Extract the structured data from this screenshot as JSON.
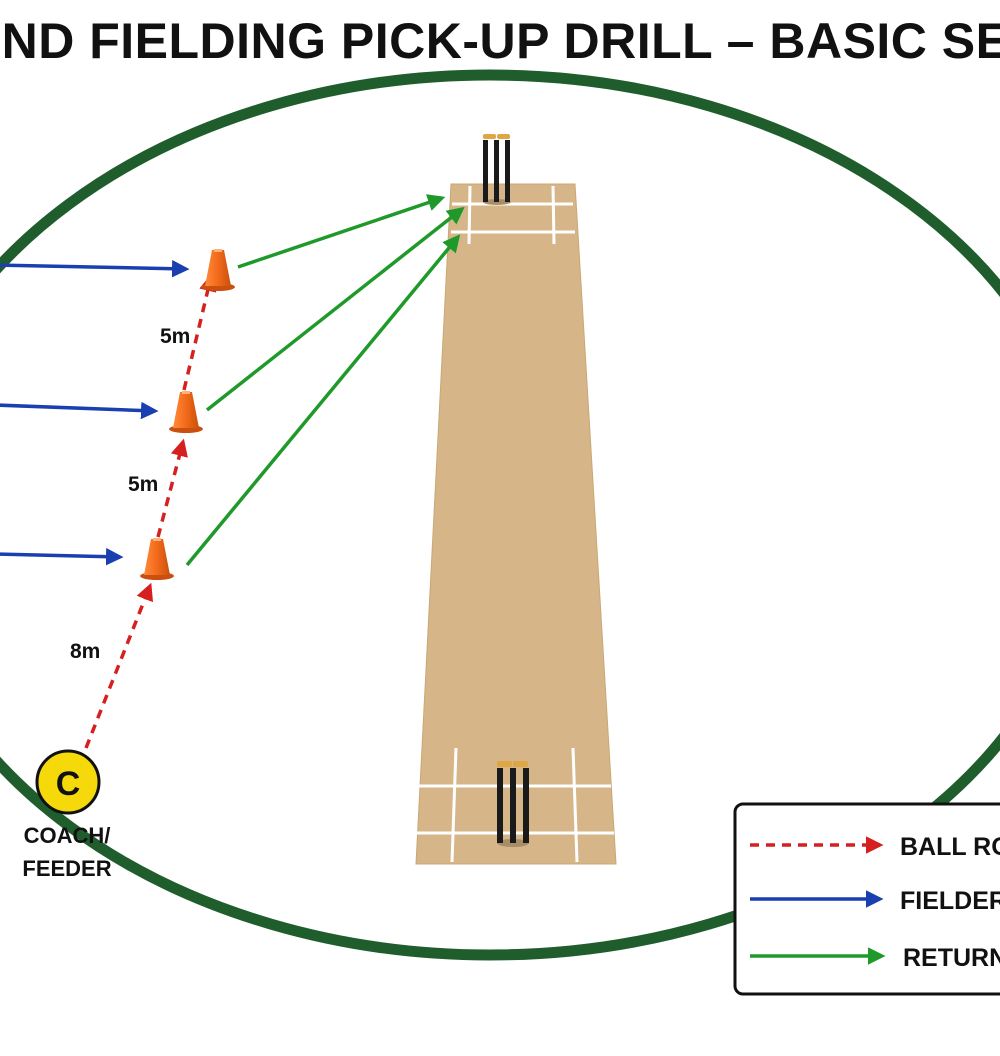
{
  "title": "ROUND FIELDING PICK-UP DRILL – BASIC SETUP",
  "distances": [
    "5m",
    "5m",
    "8m"
  ],
  "coach": {
    "letter": "C",
    "label_line1": "COACH/",
    "label_line2": "FEEDER"
  },
  "legend": {
    "ball_roll": "BALL RO",
    "fielder_run": "FIELDER",
    "return_throw": "RETURN"
  },
  "colors": {
    "ball_roll": "#d61f1f",
    "fielder_run": "#1a3fb0",
    "return_throw": "#1f9a2a",
    "boundary": "#1f5e2c",
    "pitch": "#d6b688",
    "cone": "#f26a1b",
    "coach_marker": "#f5d90a"
  }
}
